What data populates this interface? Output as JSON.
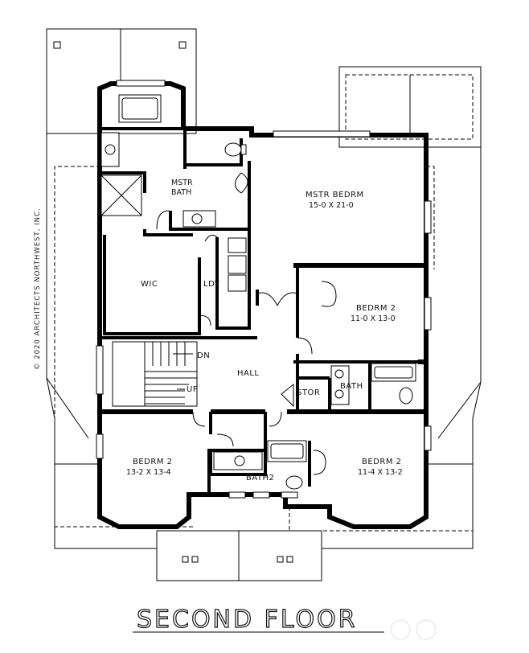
{
  "title": "SECOND FLOOR",
  "copyright": "© 2020 ARCHITECTS NORTHWEST, INC.",
  "rooms": {
    "mstr_bath": [
      "MSTR",
      "BATH"
    ],
    "mstr_bedrm": {
      "name": "MSTR BEDRM",
      "dims": "15-0 X 21-0"
    },
    "bedrm2_east": {
      "name": "BEDRM 2",
      "dims": "11-0 X 13-0"
    },
    "wic": "WIC",
    "ldy": "LDY",
    "hall": "HALL",
    "stor": "STOR",
    "bath": "BATH",
    "bath2": "BATH2",
    "dn": "DN",
    "up": "UP",
    "bedrm2_sw": {
      "name": "BEDRM 2",
      "dims": "13-2 X 13-4"
    },
    "bedrm2_se": {
      "name": "BEDRM 2",
      "dims": "11-4 X 13-2"
    }
  }
}
